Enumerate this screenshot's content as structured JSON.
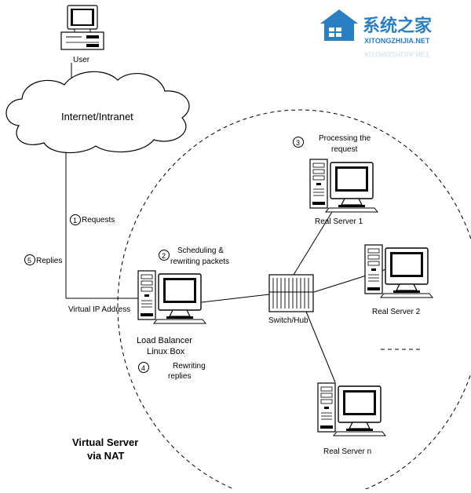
{
  "watermark": {
    "brand_cn": "系统之家",
    "brand_url": "XITONGZHIJIA.NET"
  },
  "colors": {
    "line": "#000000",
    "background": "#ffffff",
    "watermark": "#2a7fc4",
    "watermark_light": "#8fbde0",
    "screen": "#0b0b0b"
  },
  "nodes": {
    "user": "User",
    "internet": "Internet/Intranet",
    "real_server_1": "Real Server 1",
    "real_server_2": "Real Server 2",
    "real_server_n": "Real Server n",
    "switch_hub": "Switch/Hub",
    "load_balancer_line1": "Load Balancer",
    "load_balancer_line2": "Linux Box",
    "virtual_ip": "Virtual IP Address"
  },
  "steps": [
    {
      "num": "1",
      "line1": "Requests",
      "line2": ""
    },
    {
      "num": "2",
      "line1": "Scheduling &",
      "line2": "rewriting packets"
    },
    {
      "num": "3",
      "line1": "Processing the",
      "line2": "request"
    },
    {
      "num": "4",
      "line1": "Rewriting",
      "line2": "replies"
    },
    {
      "num": "5",
      "line1": "Replies",
      "line2": ""
    }
  ],
  "caption": {
    "line1": "Virtual Server",
    "line2": "via NAT"
  }
}
